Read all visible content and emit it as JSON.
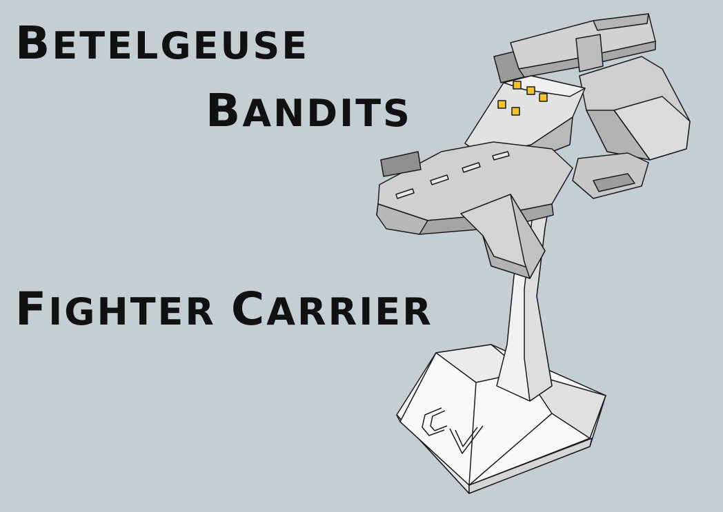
{
  "title": {
    "line1": {
      "first": "B",
      "rest": "ETELGEUSE"
    },
    "line2": {
      "first": "B",
      "rest": "ANDITS"
    },
    "line3": {
      "first": "F",
      "rest": "IGHTER",
      "first2": "C",
      "rest2": "ARRIER"
    }
  },
  "model": {
    "name": "starship-miniature",
    "base_marking": "CV",
    "colors": {
      "background": "#c3cfd3",
      "hull_light": "#dcdcdc",
      "hull_mid": "#c4c4c4",
      "hull_dark": "#9a9a9a",
      "outline": "#1a1a1a",
      "lights": "#f2c230",
      "stand": "#f4f4f4"
    }
  }
}
